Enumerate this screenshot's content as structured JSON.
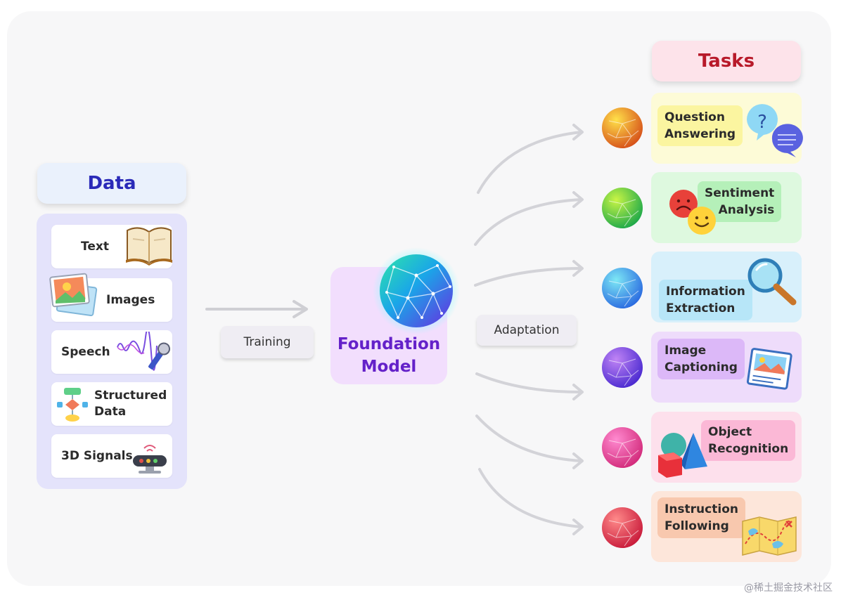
{
  "data_header": "Data",
  "tasks_header": "Tasks",
  "data_items": [
    {
      "label": "Text",
      "icon": "book-icon"
    },
    {
      "label": "Images",
      "icon": "photos-icon"
    },
    {
      "label": "Speech",
      "icon": "microphone-icon"
    },
    {
      "label": "Structured Data",
      "icon": "flowchart-icon"
    },
    {
      "label": "3D Signals",
      "icon": "sensor-icon"
    }
  ],
  "training_label": "Training",
  "adaptation_label": "Adaptation",
  "foundation_model": {
    "line1": "Foundation",
    "line2": "Model"
  },
  "tasks": [
    {
      "line1": "Question",
      "line2": "Answering",
      "icon": "question-chat-icon",
      "color": "#e8a317"
    },
    {
      "line1": "Sentiment",
      "line2": "Analysis",
      "icon": "emoji-faces-icon",
      "color": "#3cc34a"
    },
    {
      "line1": "Information",
      "line2": "Extraction",
      "icon": "magnifier-icon",
      "color": "#36a6e8"
    },
    {
      "line1": "Image",
      "line2": "Captioning",
      "icon": "picture-card-icon",
      "color": "#8a3ee0"
    },
    {
      "line1": "Object",
      "line2": "Recognition",
      "icon": "3d-shapes-icon",
      "color": "#e0409a"
    },
    {
      "line1": "Instruction",
      "line2": "Following",
      "icon": "treasure-map-icon",
      "color": "#e53a3a"
    }
  ],
  "watermark": "@稀土掘金技术社区"
}
